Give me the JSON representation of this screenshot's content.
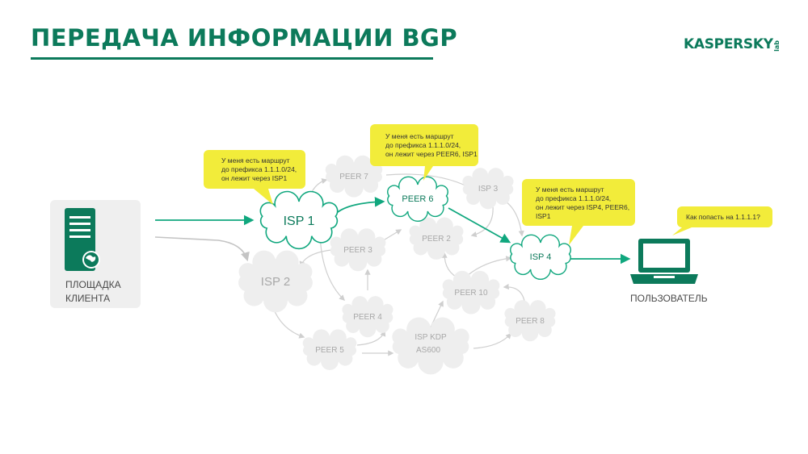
{
  "header": {
    "title": "ПЕРЕДАЧА ИНФОРМАЦИИ BGP",
    "logo_text": "KASPERSKY",
    "logo_suffix": "lab"
  },
  "nodes": {
    "client_site": {
      "label_line1": "ПЛОЩАДКА",
      "label_line2": "КЛИЕНТА"
    },
    "user": {
      "label": "ПОЛЬЗОВАТЕЛЬ"
    },
    "isp1": {
      "label": "ISP 1"
    },
    "isp2": {
      "label": "ISP 2"
    },
    "isp3": {
      "label": "ISP 3"
    },
    "isp4": {
      "label": "ISP 4"
    },
    "peer2": {
      "label": "PEER 2"
    },
    "peer3": {
      "label": "PEER 3"
    },
    "peer4": {
      "label": "PEER 4"
    },
    "peer5": {
      "label": "PEER 5"
    },
    "peer6": {
      "label": "PEER 6"
    },
    "peer7": {
      "label": "PEER 7"
    },
    "peer8": {
      "label": "PEER 8"
    },
    "peer10": {
      "label": "PEER 10"
    },
    "isp_kdp": {
      "label_line1": "ISP KDP",
      "label_line2": "AS600"
    }
  },
  "bubbles": {
    "isp1": {
      "line1": "У меня есть маршрут",
      "line2": "до префикса 1.1.1.0/24,",
      "line3": "он лежит через ISP1"
    },
    "peer6": {
      "line1": "У меня есть маршрут",
      "line2": "до префикса 1.1.1.0/24,",
      "line3": "он лежит через PEER6, ISP1"
    },
    "isp4": {
      "line1": "У меня есть маршрут",
      "line2": "до префикса 1.1.1.0/24,",
      "line3": "он лежит через ISP4, PEER6,",
      "line4": "ISP1"
    },
    "user": {
      "line1": "Как попасть на 1.1.1.1?"
    }
  },
  "colors": {
    "brand_green": "#0c7a5b",
    "accent_green": "#10a77e",
    "bubble_yellow": "#f2ec3a",
    "muted_cloud": "#eeeeee",
    "muted_text": "#a8a8a8",
    "muted_arrow": "#cfcfcf"
  }
}
